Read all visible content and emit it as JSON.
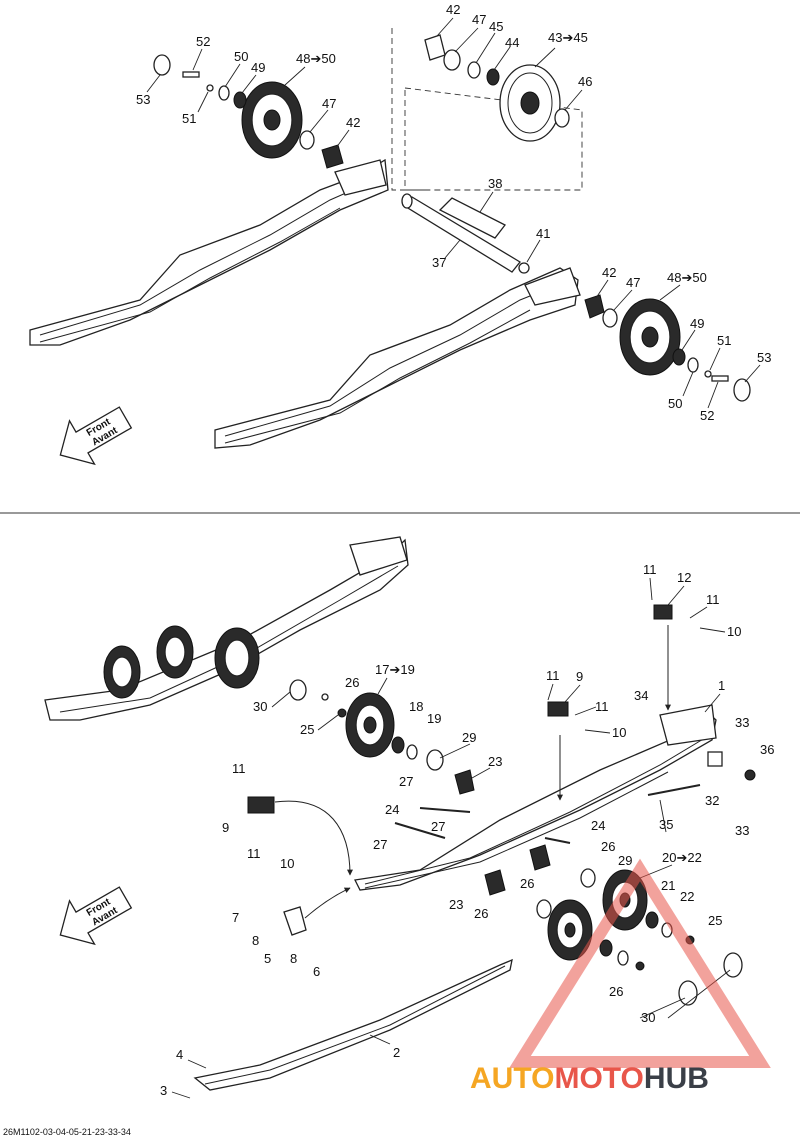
{
  "upper_labels": [
    "42",
    "47",
    "45",
    "44",
    "43➔45",
    "52",
    "50",
    "49",
    "48➔50",
    "53",
    "51",
    "46",
    "47",
    "42",
    "38",
    "41",
    "37",
    "42",
    "47",
    "48➔50",
    "49",
    "51",
    "53",
    "50",
    "52"
  ],
  "lower_labels": [
    "11",
    "12",
    "11",
    "10",
    "11",
    "9",
    "11",
    "10",
    "1",
    "34",
    "33",
    "36",
    "32",
    "33",
    "35",
    "17➔19",
    "26",
    "30",
    "25",
    "18",
    "19",
    "29",
    "23",
    "27",
    "24",
    "27",
    "27",
    "24",
    "26",
    "29",
    "26",
    "20➔22",
    "23",
    "26",
    "21",
    "22",
    "25",
    "26",
    "30",
    "11",
    "9",
    "11",
    "10",
    "7",
    "8",
    "5",
    "8",
    "6",
    "4",
    "3",
    "2"
  ],
  "front_arrow": {
    "line1": "Front",
    "line2": "Avant"
  },
  "caption": "26M1102-03-04-05-21-23-33-34",
  "watermark": {
    "auto": "AUTO",
    "moto": "MOTO",
    "hub": "HUB",
    "colors": {
      "auto": "#f5a623",
      "moto": "#e8564a",
      "hub": "#3a3f47",
      "triangle": "#e8564a"
    }
  }
}
